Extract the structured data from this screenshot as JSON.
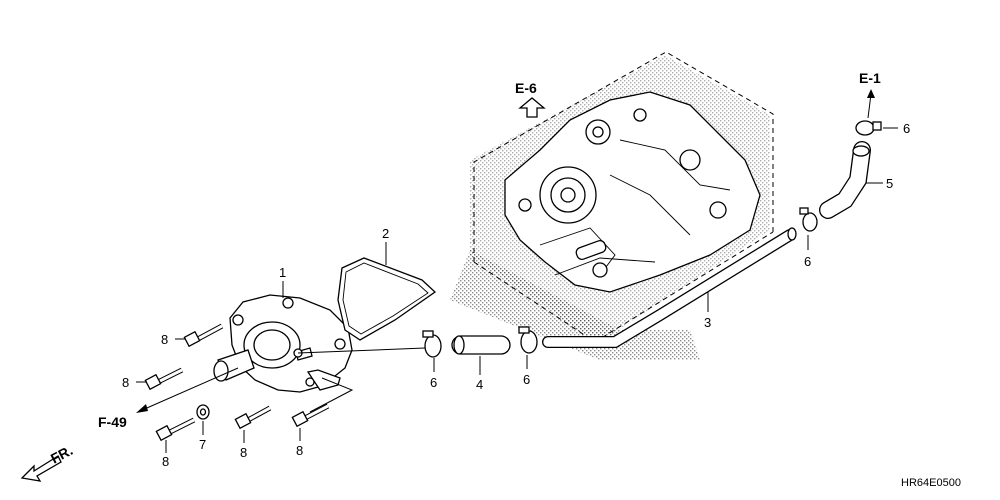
{
  "refs": {
    "e6": "E-6",
    "e1": "E-1",
    "f49": "F-49",
    "fr": "FR."
  },
  "callouts": {
    "p1": "1",
    "p2": "2",
    "p3": "3",
    "p4": "4",
    "p5": "5",
    "p6_a": "6",
    "p6_b": "6",
    "p6_c": "6",
    "p6_d": "6",
    "p7": "7",
    "p8_a": "8",
    "p8_b": "8",
    "p8_c": "8",
    "p8_d": "8",
    "p8_e": "8"
  },
  "diagram_code": "HR64E0500"
}
